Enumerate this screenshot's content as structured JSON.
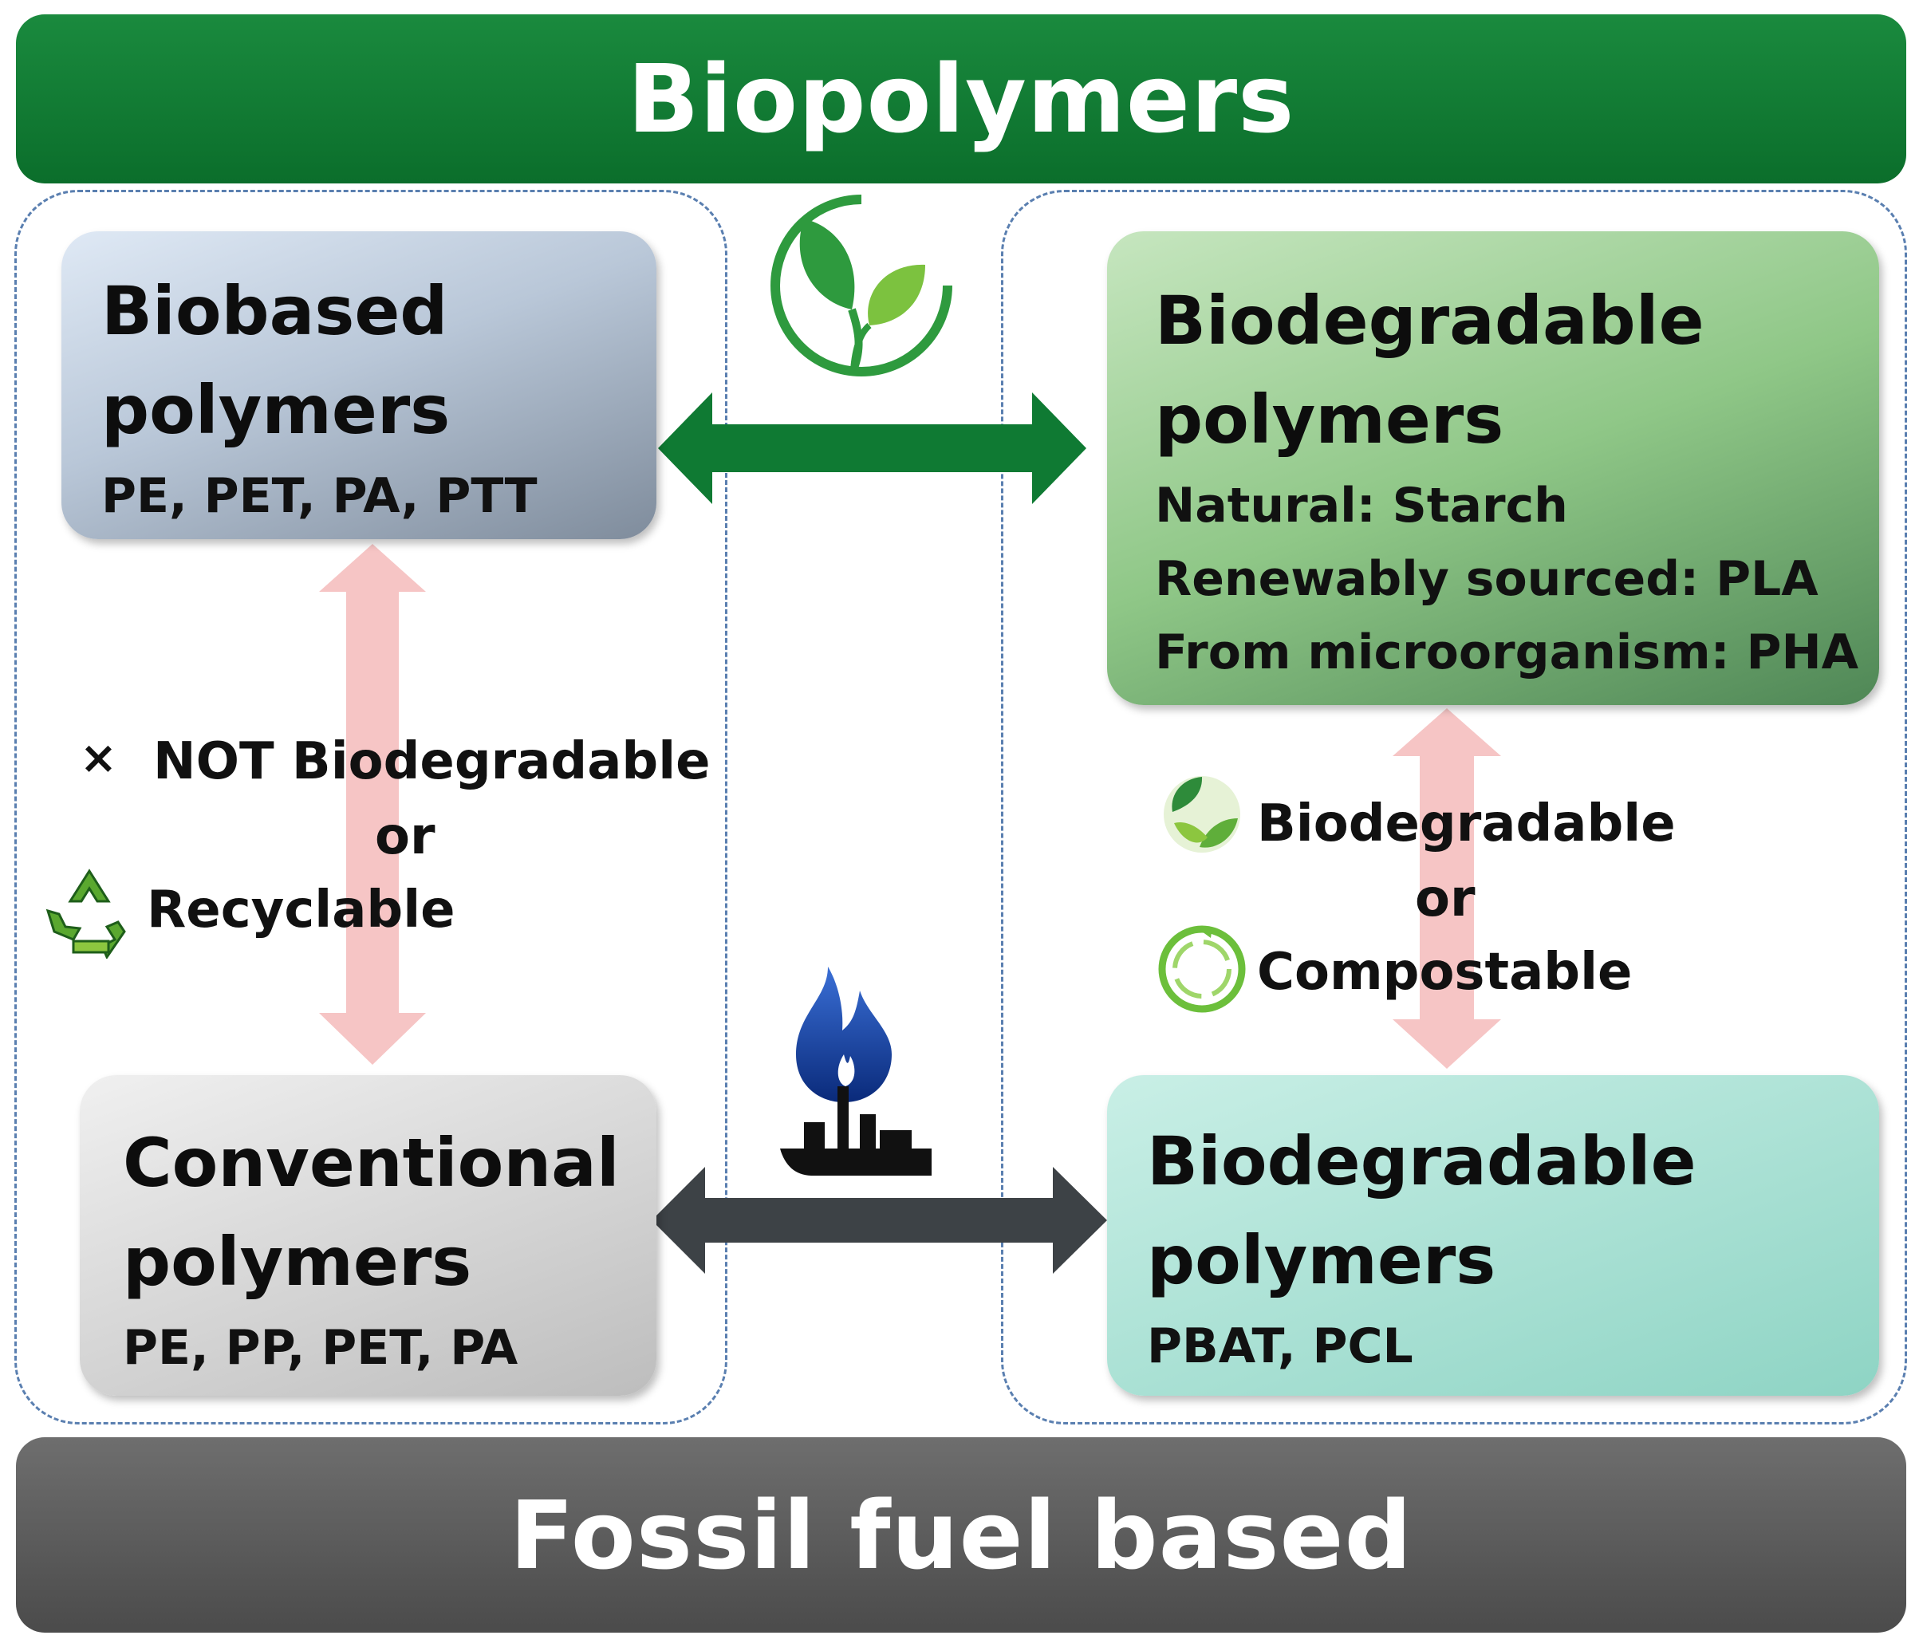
{
  "header": {
    "title": "Biopolymers"
  },
  "footer": {
    "title": "Fossil fuel based"
  },
  "boxes": {
    "biobased": {
      "title_line1": "Biobased",
      "title_line2": "polymers",
      "examples": "PE, PET, PA, PTT"
    },
    "biodegradable_bio": {
      "title_line1": "Biodegradable",
      "title_line2": "polymers",
      "line1": "Natural: Starch",
      "line2": "Renewably sourced: PLA",
      "line3": "From microorganism: PHA"
    },
    "conventional": {
      "title_line1": "Conventional",
      "title_line2": "polymers",
      "examples": "PE, PP, PET, PA"
    },
    "biodegradable_fossil": {
      "title_line1": "Biodegradable",
      "title_line2": "polymers",
      "examples": "PBAT, PCL"
    }
  },
  "left_link": {
    "cross": "×",
    "not_biodegradable": "NOT Biodegradable",
    "or": "or",
    "recyclable": "Recyclable"
  },
  "right_link": {
    "biodegradable": "Biodegradable",
    "or": "or",
    "compostable": "Compostable"
  },
  "icons": {
    "leaf": "leaf-icon",
    "recycle": "recycle-icon",
    "biodegradable": "biodegradable-icon",
    "compostable": "compostable-icon",
    "fossil": "oil-refinery-flame-icon"
  },
  "colors": {
    "green_banner": "#0f7a33",
    "gray_banner": "#5a5a5a",
    "green_arrow": "#0f7a33",
    "dark_arrow": "#3d4246",
    "pink_arrow": "#f6c5c5",
    "dashed_border": "#5a7fb0"
  }
}
